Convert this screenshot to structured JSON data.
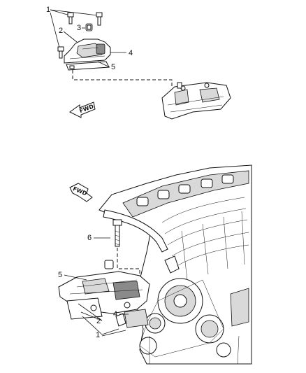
{
  "upper_view": {
    "callouts": [
      "1",
      "2",
      "3",
      "4",
      "5"
    ],
    "direction_arrow": "FWD"
  },
  "lower_view": {
    "callouts": [
      "6",
      "5",
      "4",
      "2",
      "1"
    ],
    "direction_arrow": "FWD"
  },
  "colors": {
    "line": "#111111",
    "shade": "#d9d9d9",
    "dark": "#8a8a8a",
    "background": "#ffffff"
  },
  "icons": [
    "bolt-icon",
    "nut-icon",
    "fwd-arrow-icon"
  ]
}
